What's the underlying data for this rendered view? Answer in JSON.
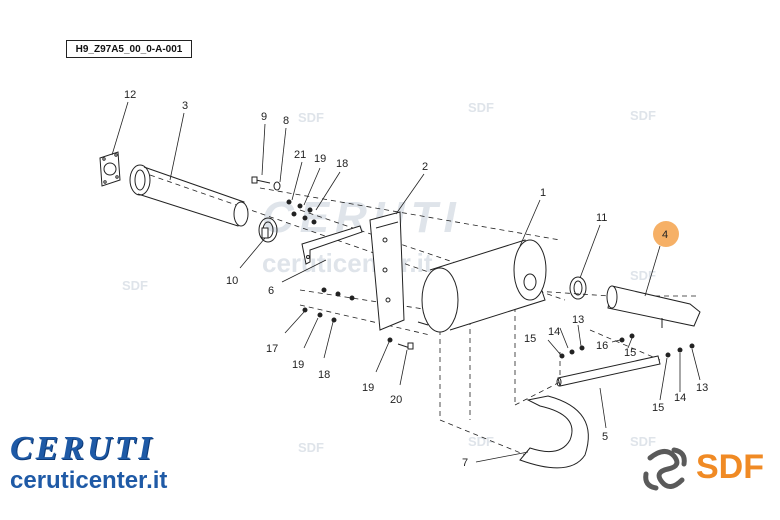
{
  "ref_code": "H9_Z97A5_00_0-A-001",
  "brand": {
    "ceruti": "CERUTI",
    "website": "ceruticenter.it",
    "sdf": "SDF",
    "watermark_main": "CERUTI",
    "watermark_site": "ceruticenter.it",
    "watermark_sdf": "SDF"
  },
  "callouts": [
    {
      "id": "c12",
      "text": "12"
    },
    {
      "id": "c3",
      "text": "3"
    },
    {
      "id": "c9",
      "text": "9"
    },
    {
      "id": "c8",
      "text": "8"
    },
    {
      "id": "c21",
      "text": "21"
    },
    {
      "id": "c19a",
      "text": "19"
    },
    {
      "id": "c18a",
      "text": "18"
    },
    {
      "id": "c2",
      "text": "2"
    },
    {
      "id": "c1",
      "text": "1"
    },
    {
      "id": "c11",
      "text": "11"
    },
    {
      "id": "c4",
      "text": "4"
    },
    {
      "id": "c10",
      "text": "10"
    },
    {
      "id": "c6",
      "text": "6"
    },
    {
      "id": "c17",
      "text": "17"
    },
    {
      "id": "c19b",
      "text": "19"
    },
    {
      "id": "c18b",
      "text": "18"
    },
    {
      "id": "c19c",
      "text": "19"
    },
    {
      "id": "c20",
      "text": "20"
    },
    {
      "id": "c14a",
      "text": "14"
    },
    {
      "id": "c13a",
      "text": "13"
    },
    {
      "id": "c15a",
      "text": "15"
    },
    {
      "id": "c16",
      "text": "16"
    },
    {
      "id": "c15b",
      "text": "15"
    },
    {
      "id": "c5",
      "text": "5"
    },
    {
      "id": "c15c",
      "text": "15"
    },
    {
      "id": "c14b",
      "text": "14"
    },
    {
      "id": "c13b",
      "text": "13"
    },
    {
      "id": "c7",
      "text": "7"
    }
  ],
  "colors": {
    "line": "#222222",
    "highlight_badge": "#f6b066",
    "ceruti_blue": "#1f5aa6",
    "sdf_orange": "#f08a24",
    "watermark": "#dfe4ea"
  }
}
